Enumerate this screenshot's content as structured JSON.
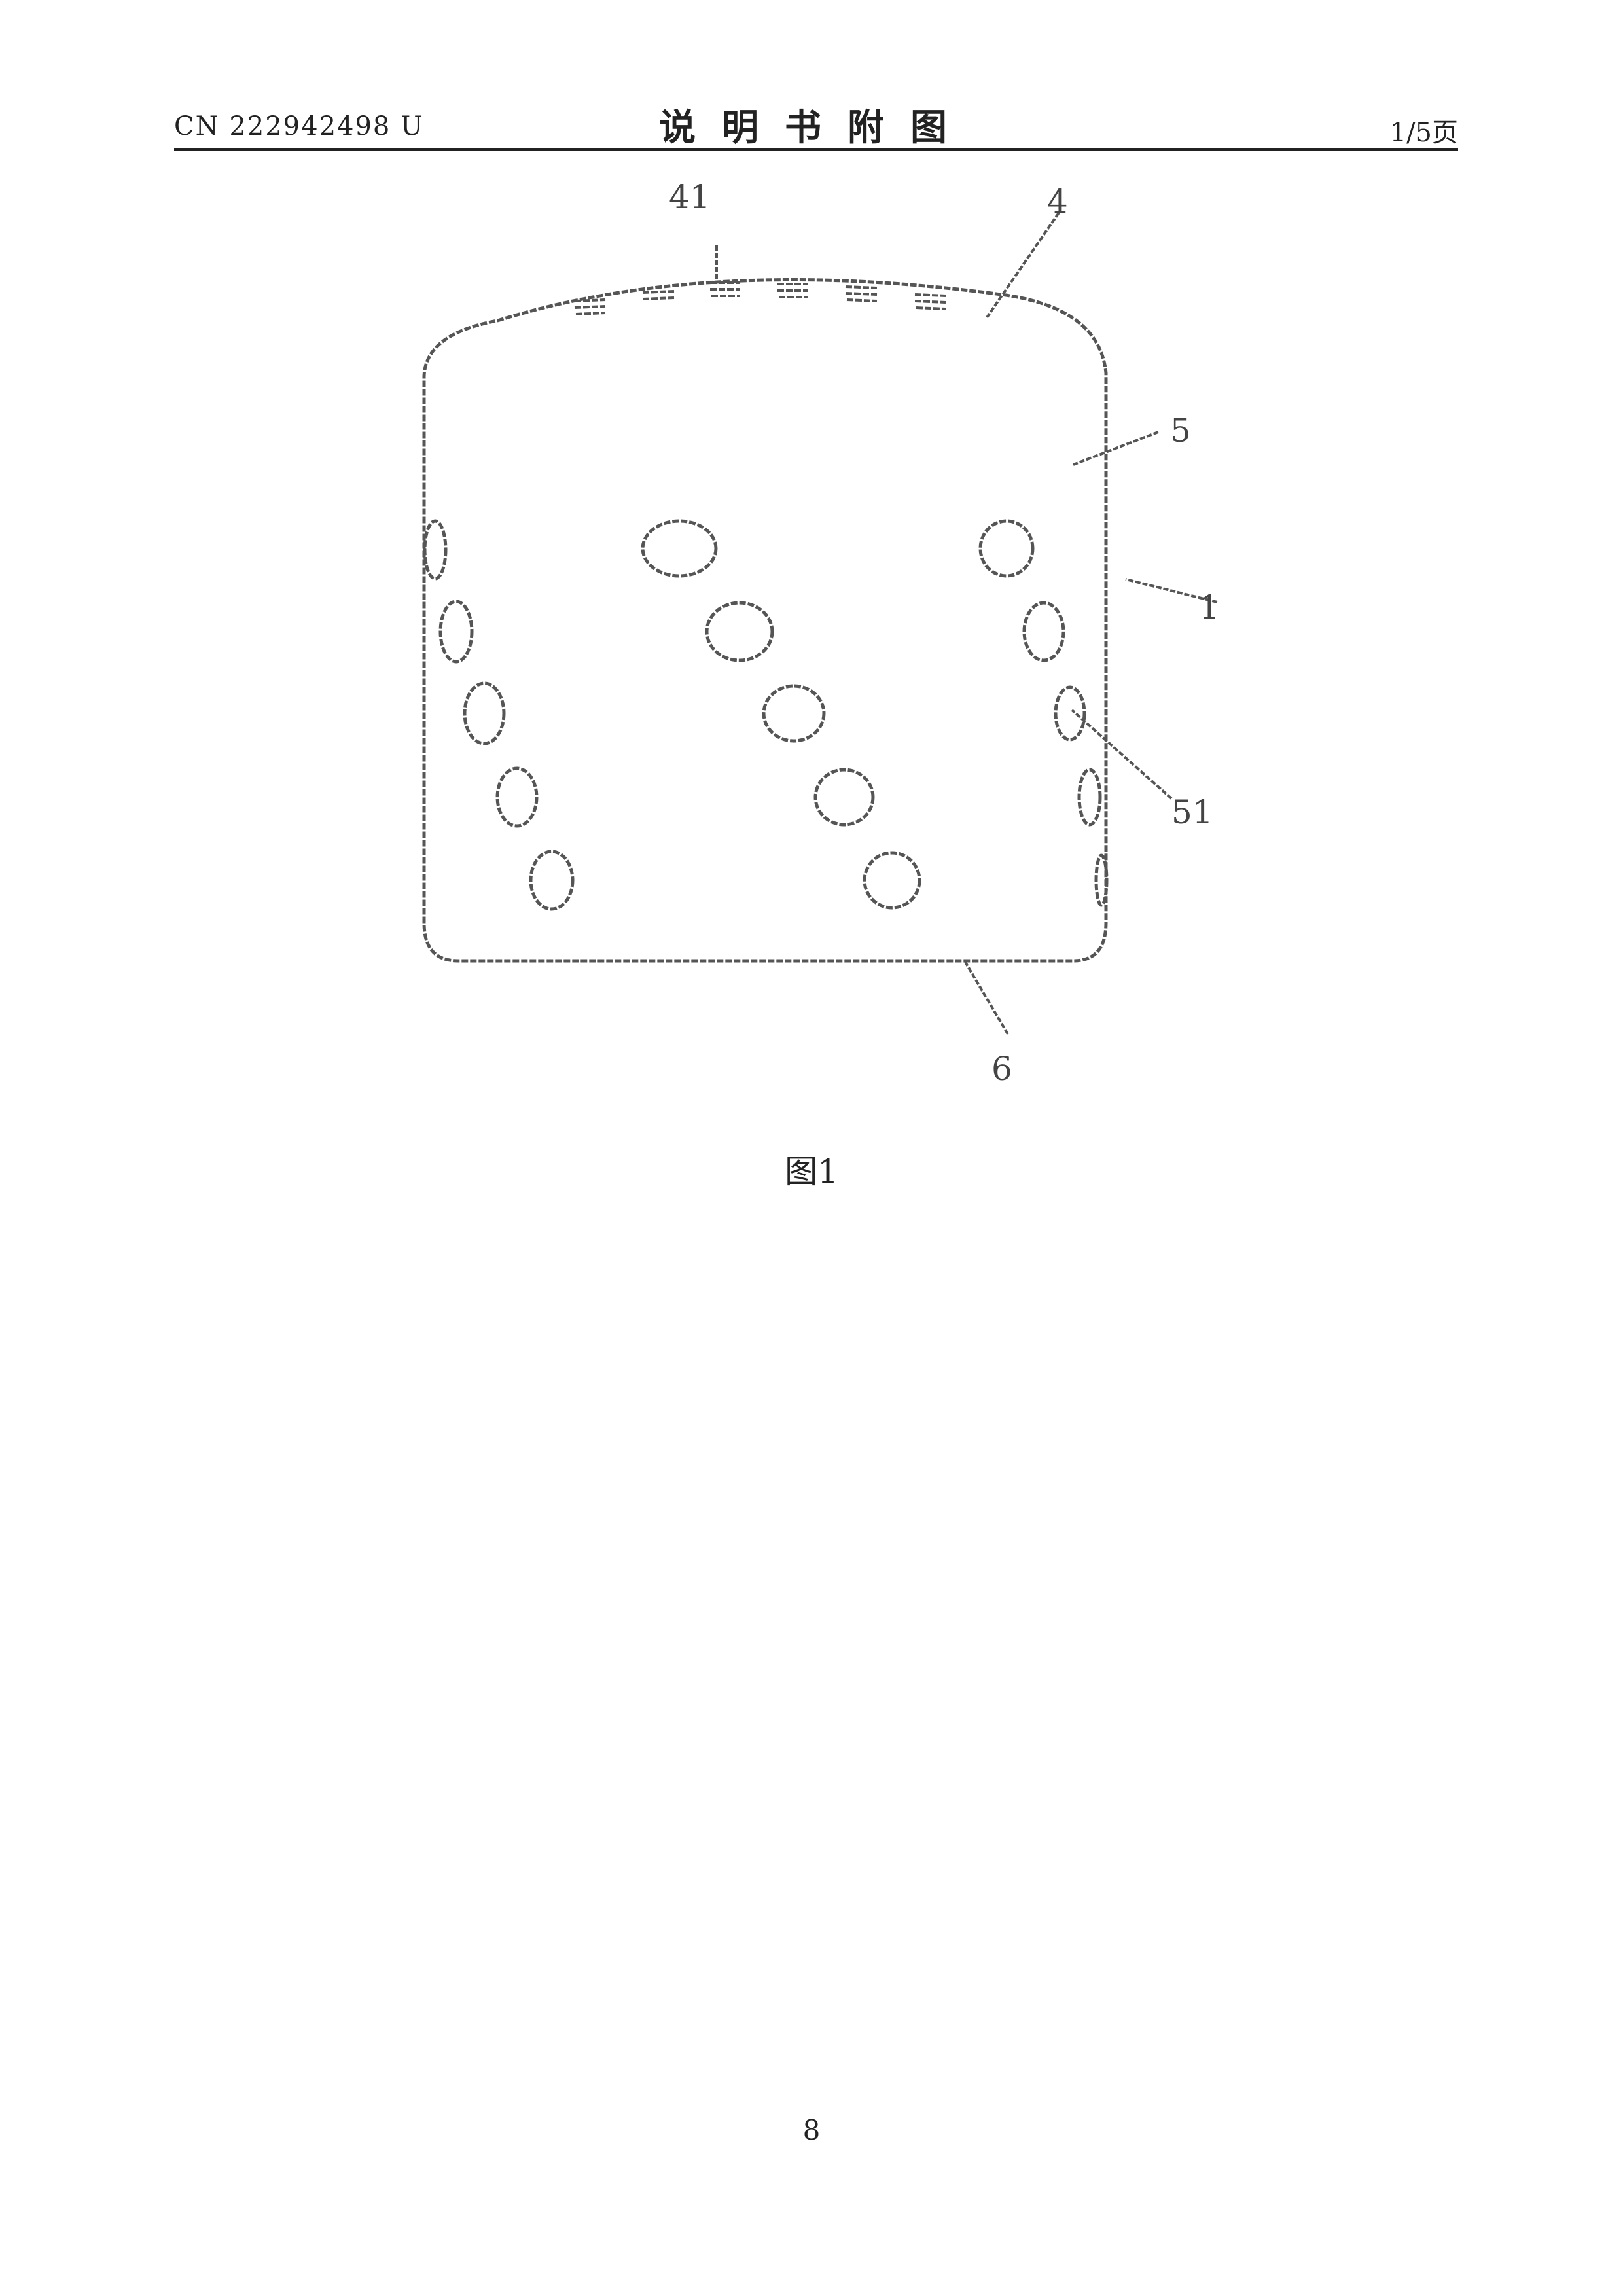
{
  "header": {
    "publication_number": "CN 222942498 U",
    "title": "说明书附图",
    "page_fraction": "1/5页"
  },
  "figure": {
    "callouts": {
      "label_41": "41",
      "label_4": "4",
      "label_5": "5",
      "label_1": "1",
      "label_51": "51",
      "label_6": "6"
    },
    "caption": "图1"
  },
  "footer": {
    "page_number": "8"
  }
}
